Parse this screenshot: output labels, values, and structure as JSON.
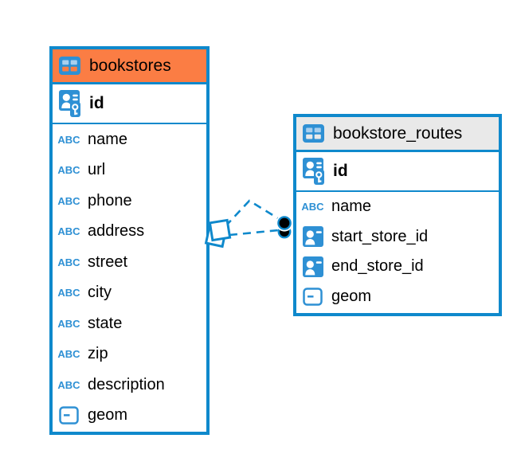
{
  "diagram": {
    "tables": [
      {
        "name": "bookstores",
        "primary_key": "id",
        "columns": [
          {
            "label": "name",
            "type": "text"
          },
          {
            "label": "url",
            "type": "text"
          },
          {
            "label": "phone",
            "type": "text"
          },
          {
            "label": "address",
            "type": "text"
          },
          {
            "label": "street",
            "type": "text"
          },
          {
            "label": "city",
            "type": "text"
          },
          {
            "label": "state",
            "type": "text"
          },
          {
            "label": "zip",
            "type": "text"
          },
          {
            "label": "description",
            "type": "text"
          },
          {
            "label": "geom",
            "type": "geometry"
          }
        ]
      },
      {
        "name": "bookstore_routes",
        "primary_key": "id",
        "columns": [
          {
            "label": "name",
            "type": "text"
          },
          {
            "label": "start_store_id",
            "type": "reference"
          },
          {
            "label": "end_store_id",
            "type": "reference"
          },
          {
            "label": "geom",
            "type": "geometry"
          }
        ]
      }
    ],
    "relationships": [
      {
        "from_table": "bookstores",
        "to_table": "bookstore_routes",
        "line_style": "dashed",
        "from_marker": "diamond",
        "to_marker": "dot"
      },
      {
        "from_table": "bookstores",
        "to_table": "bookstore_routes",
        "line_style": "dashed",
        "from_marker": "diamond",
        "to_marker": "dot"
      }
    ],
    "type_icon_labels": {
      "text": "ABC"
    },
    "colors": {
      "canvas": "#FFFFFF",
      "accent_blue": "#0F89CC",
      "icon_blue": "#2E90D4",
      "table_icon_cell": "#A9CFEE",
      "bookstores_header": "#FB7D44",
      "routes_header": "#E9E9E9",
      "text": "#000000",
      "endpoint_fill": "#000000"
    }
  }
}
